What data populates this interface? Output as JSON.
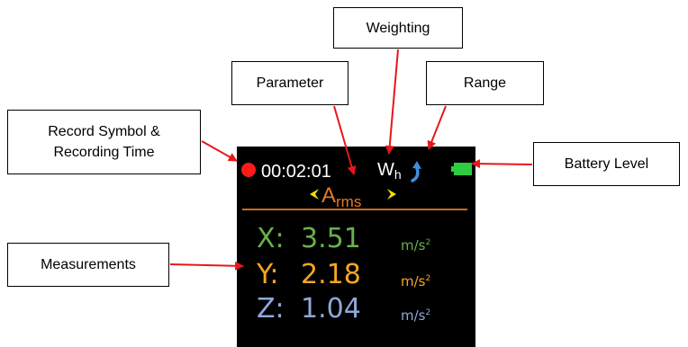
{
  "callouts": {
    "weighting": "Weighting",
    "parameter": "Parameter",
    "range": "Range",
    "record_line1": "Record Symbol &",
    "record_line2": "Recording Time",
    "battery": "Battery Level",
    "measurements": "Measurements"
  },
  "screen": {
    "recording_time": "00:02:01",
    "weighting_main": "W",
    "weighting_sub": "h",
    "parameter_main": "A",
    "parameter_sub": "rms",
    "measurements": [
      {
        "axis": "X:",
        "value": "3.51",
        "unit": "m/s",
        "unit_power": "2",
        "color": "#6ab04c"
      },
      {
        "axis": "Y:",
        "value": "2.18",
        "unit": "m/s",
        "unit_power": "2",
        "color": "#f5a623"
      },
      {
        "axis": "Z:",
        "value": "1.04",
        "unit": "m/s",
        "unit_power": "2",
        "color": "#8fa9d8"
      }
    ]
  },
  "colors": {
    "record_dot": "#ff1a1a",
    "arrow": "#e8161c",
    "parameter": "#e07b24",
    "chevron": "#ffe000",
    "divider": "#c86a1e",
    "range_icon": "#3d8fe0",
    "battery": "#2ecc40"
  },
  "icons": {
    "record": "record-dot-icon",
    "range": "range-arrow-icon",
    "battery": "battery-icon",
    "chevrons": "chevron-left-icon / chevron-right-icon"
  }
}
